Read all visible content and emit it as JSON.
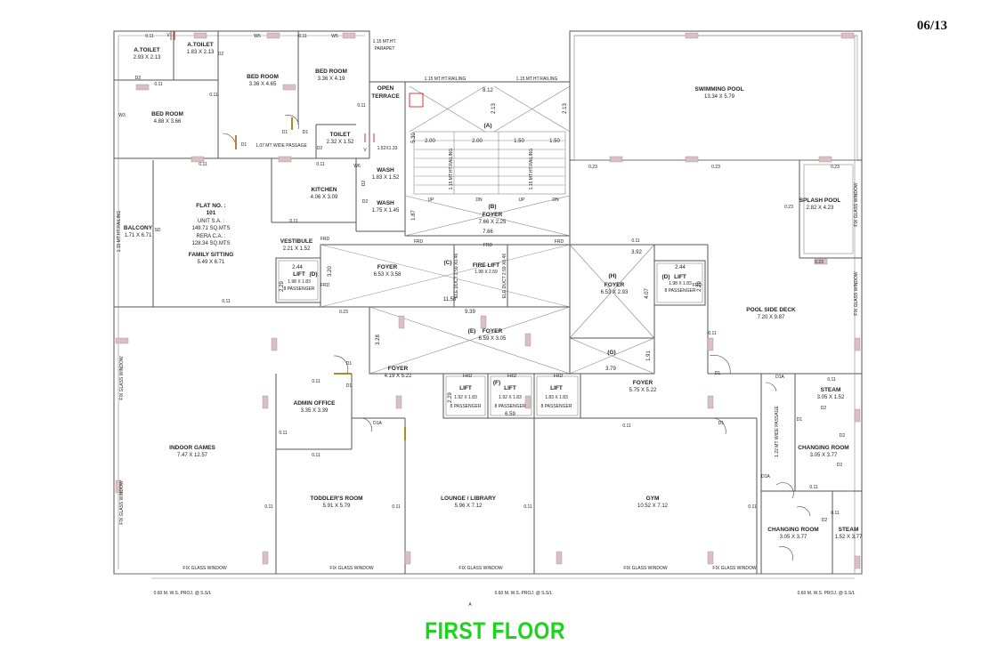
{
  "page_number": "06/13",
  "title": "FIRST FLOOR",
  "colors": {
    "title": "#1bd41b",
    "walls": "#555555",
    "columns": "#d9bfc6",
    "doors": "#b08a2a"
  },
  "flat_info": {
    "flat_no": "FLAT NO. :",
    "number": "101",
    "unit_sa": "UNIT S.A. :",
    "unit_sa_value": "149.71 SQ.MTS",
    "rera": "RERA C.A. :",
    "rera_value": "128.34 SQ.MTS"
  },
  "rooms": [
    {
      "name": "A.TOILET",
      "size": "2.93 X 2.13"
    },
    {
      "name": "A.TOILET",
      "size": "1.83 X 2.13"
    },
    {
      "name": "BED ROOM",
      "size": "3.36 X 4.65"
    },
    {
      "name": "BED ROOM",
      "size": "3.36 X 4.19"
    },
    {
      "name": "BED ROOM",
      "size": "4.88 X 3.66"
    },
    {
      "name": "TOILET",
      "size": "2.32 X 1.52"
    },
    {
      "name": "WASH",
      "size": "1.83 X 1.52"
    },
    {
      "name": "KITCHEN",
      "size": "4.06 X 3.09"
    },
    {
      "name": "WASH",
      "size": "1.75 X 1.45"
    },
    {
      "name": "BALCONY",
      "size": "1.71 X 6.71"
    },
    {
      "name": "FAMILY SITTING",
      "size": "5.49 X 6.71"
    },
    {
      "name": "VESTIBULE",
      "size": "2.21 X 1.52"
    },
    {
      "name": "SWIMMING POOL",
      "size": "13.34 X 5.79"
    },
    {
      "name": "SPLASH POOL",
      "size": "2.82 X 4.23"
    },
    {
      "name": "POOL SIDE DECK",
      "size": "7.20 X 9.87"
    },
    {
      "name": "FOYER",
      "size": "7.66 X 2.25"
    },
    {
      "name": "FOYER",
      "size": "6.53 X 3.58"
    },
    {
      "name": "FOYER",
      "size": "6.53 X 2.93"
    },
    {
      "name": "FOYER",
      "size": "6.59 X 3.05"
    },
    {
      "name": "FOYER",
      "size": "4.19 X 5.22"
    },
    {
      "name": "FOYER",
      "size": "5.75 X 5.22"
    },
    {
      "name": "FIRE LIFT",
      "size": "1.98 X 2.59"
    },
    {
      "name": "ADMIN OFFICE",
      "size": "3.35 X 3.39"
    },
    {
      "name": "INDOOR GAMES",
      "size": "7.47 X 12.57"
    },
    {
      "name": "TODDLER'S ROOM",
      "size": "5.91 X 5.79"
    },
    {
      "name": "LOUNGE / LIBRARY",
      "size": "5.96 X 7.12"
    },
    {
      "name": "GYM",
      "size": "10.52 X 7.12"
    },
    {
      "name": "STEAM",
      "size": "3.05 X 1.52"
    },
    {
      "name": "CHANGING ROOM",
      "size": "3.05 X 3.77"
    },
    {
      "name": "CHANGING ROOM",
      "size": "3.05 X 3.77"
    },
    {
      "name": "STEAM",
      "size": "1.52 X 3.77"
    }
  ],
  "lifts": [
    {
      "name": "LIFT",
      "tag": "(D)",
      "size": "1.98 X 1.83",
      "cap": "8 PASSENGER"
    },
    {
      "name": "LIFT",
      "tag": "(D)",
      "size": "1.98 X 1.83",
      "cap": "8 PASSENGER"
    },
    {
      "name": "LIFT",
      "tag": "",
      "size": "1.92 X 1.83",
      "cap": "8 PASSENGER"
    },
    {
      "name": "LIFT",
      "tag": "(F)",
      "size": "1.92 X 1.83",
      "cap": "8 PASSENGER"
    },
    {
      "name": "LIFT",
      "tag": "",
      "size": "1.83 X 1.83",
      "cap": "8 PASSENGER"
    }
  ],
  "labels": {
    "railing": "1.15 MT.HT.RAILING",
    "parapet1": "1.15 MT.HT.",
    "parapet2": "PARAPET",
    "open_terrace1": "OPEN",
    "open_terrace2": "TERRACE",
    "passage": "1.07 MT WIDE PASSAGE",
    "passage2": "1.22 MT WIDE PASSAGE",
    "fix_glass": "FIX GLASS WINDOW",
    "ws_proj": "0.60 M. W.S. PROJ. @ S.S/L",
    "ele_duct": "ELE.DUCT 2.59 X0.46",
    "frd": "FRD",
    "up": "UP",
    "dn": "DN",
    "toilet_small": "1.52X1.33",
    "axis_a": "A"
  },
  "dims": {
    "d812": "8.12",
    "d213": "2.13",
    "d530": "5.30",
    "d200": "2.00",
    "d150": "1.50",
    "d187": "1.87",
    "d766": "7.66",
    "d392": "3.92",
    "d244": "2.44",
    "d229": "2.29",
    "d320": "3.20",
    "d407": "4.07",
    "d1158": "11.58",
    "d939": "9.39",
    "d328": "3.28",
    "d379": "3.79",
    "d191": "1.91",
    "d659": "6.59",
    "d011": "0.11",
    "d023": "0.23",
    "tA": "(A)",
    "tB": "(B)",
    "tC": "(C)",
    "tE": "(E)",
    "tG": "(G)",
    "tH": "(H)",
    "D1": "D1",
    "D1A": "D1A",
    "D2": "D2",
    "W3": "W3",
    "W5": "W5",
    "W6": "W6",
    "SD": "SD",
    "V": "V"
  }
}
